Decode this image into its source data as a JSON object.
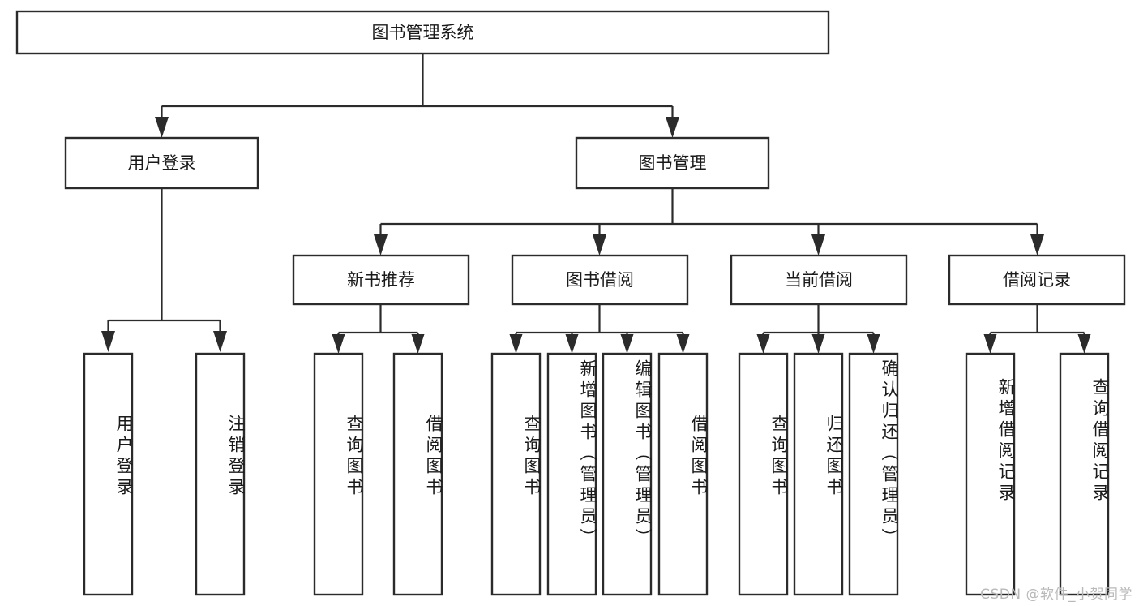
{
  "diagram": {
    "type": "tree-hierarchy",
    "title": "图书管理系统",
    "orientation": "top-down",
    "watermark": "CSDN @软件_小贺同学",
    "colors": {
      "background": "#ffffff",
      "box_stroke": "#2b2b2b",
      "box_fill": "#ffffff",
      "text": "#1a1a1a",
      "watermark": "#b9b9b9"
    },
    "root": {
      "label": "图书管理系统"
    },
    "level2": [
      {
        "label": "用户登录"
      },
      {
        "label": "图书管理"
      }
    ],
    "level3": [
      {
        "label": "新书推荐"
      },
      {
        "label": "图书借阅"
      },
      {
        "label": "当前借阅"
      },
      {
        "label": "借阅记录"
      }
    ],
    "leaves": [
      {
        "label": "用户登录",
        "parent": "用户登录"
      },
      {
        "label": "注销登录",
        "parent": "用户登录"
      },
      {
        "label": "查询图书",
        "parent": "新书推荐"
      },
      {
        "label": "借阅图书",
        "parent": "新书推荐"
      },
      {
        "label": "查询图书",
        "parent": "图书借阅"
      },
      {
        "label": "新增图书（管理员）",
        "parent": "图书借阅"
      },
      {
        "label": "编辑图书（管理员）",
        "parent": "图书借阅"
      },
      {
        "label": "借阅图书",
        "parent": "图书借阅"
      },
      {
        "label": "查询图书",
        "parent": "当前借阅"
      },
      {
        "label": "归还图书",
        "parent": "当前借阅"
      },
      {
        "label": "确认归还（管理员）",
        "parent": "当前借阅"
      },
      {
        "label": "新增借阅记录",
        "parent": "借阅记录"
      },
      {
        "label": "查询借阅记录",
        "parent": "借阅记录"
      }
    ]
  }
}
